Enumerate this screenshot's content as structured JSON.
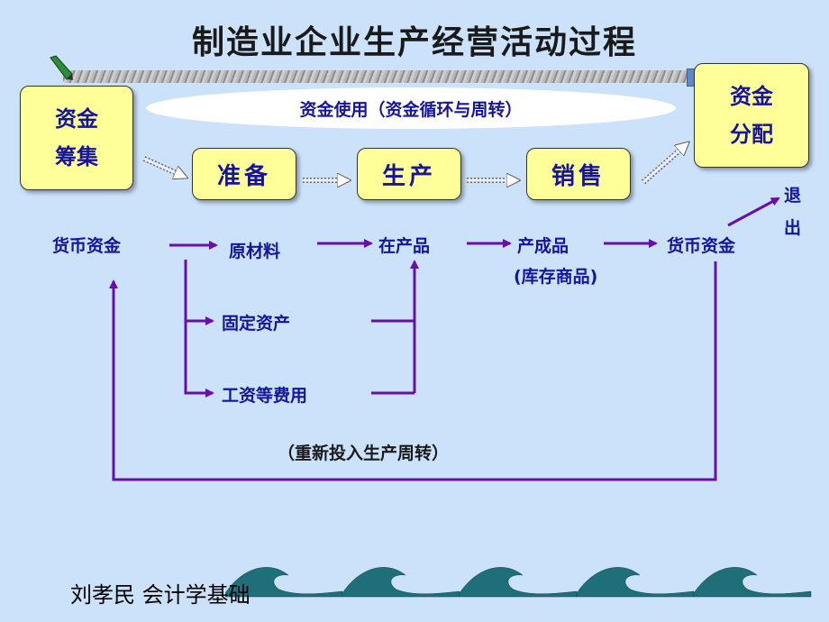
{
  "title": "制造业企业生产经营活动过程",
  "ellipse_label": "资金使用（资金循环与周转）",
  "boxes": {
    "raise_line1": "资金",
    "raise_line2": "筹集",
    "prepare": "准备",
    "produce": "生产",
    "sell": "销售",
    "allocate_line1": "资金",
    "allocate_line2": "分配"
  },
  "flow": {
    "money_start": "货币资金",
    "raw_materials": "原材料",
    "wip": "在产品",
    "finished_goods": "产成品",
    "inventory": "(库存商品)",
    "money_end": "货币资金",
    "exit_line1": "退",
    "exit_line2": "出",
    "fixed_assets": "固定资产",
    "wages": "工资等费用",
    "reinvest": "（重新投入生产周转）"
  },
  "footer": "刘孝民  会计学基础",
  "colors": {
    "background": "#cce2fb",
    "box_fill": "#ffff99",
    "text_blue": "#1414a0",
    "arrow_purple": "#6a0dad"
  }
}
